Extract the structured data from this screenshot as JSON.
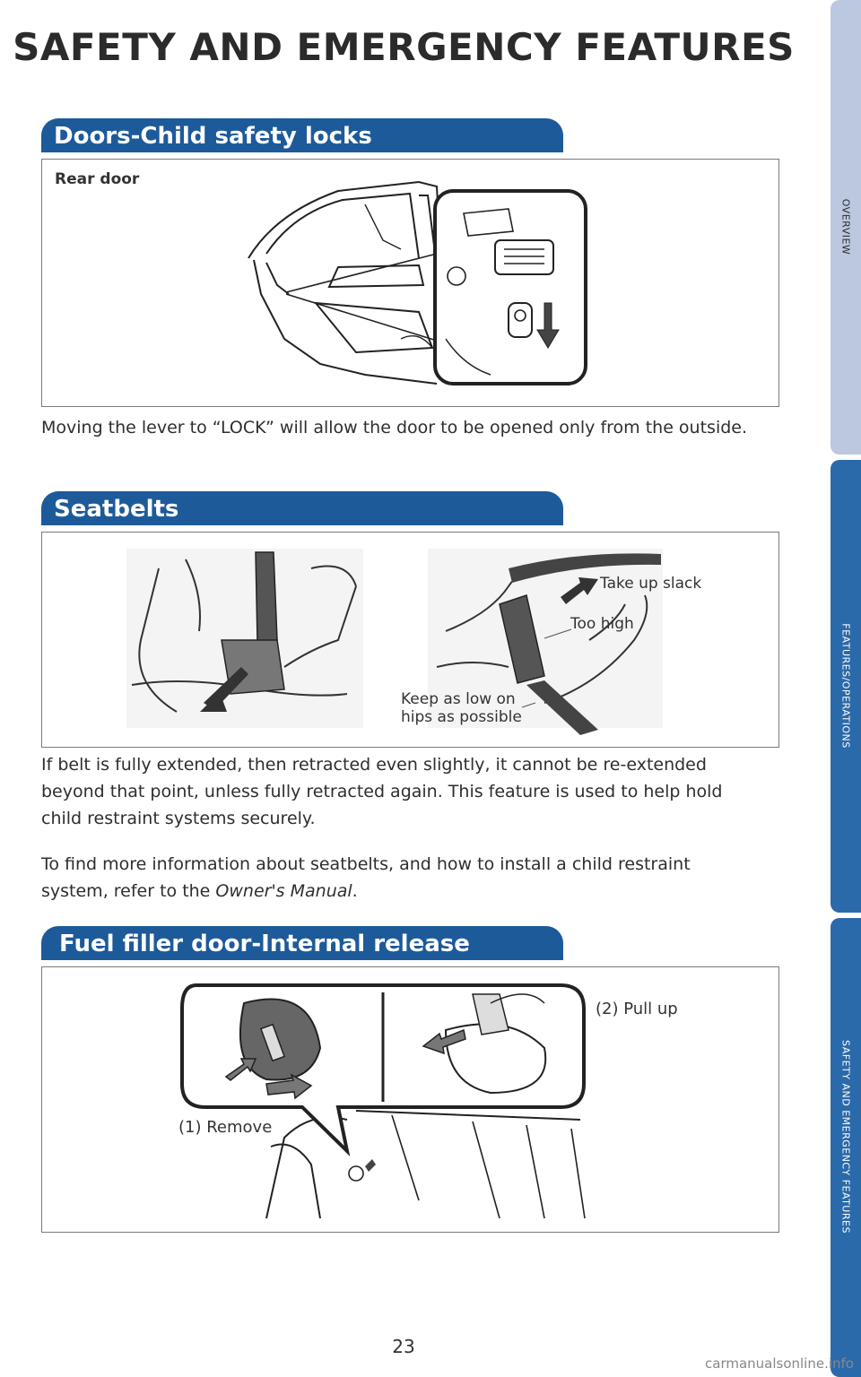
{
  "title": "SAFETY AND EMERGENCY FEATURES",
  "sections": {
    "child_locks": {
      "heading": "Doors-Child safety locks",
      "figure_label": "Rear door",
      "caption": "Moving the lever to “LOCK” will allow the door to be opened only from the outside."
    },
    "seatbelts": {
      "heading": "Seatbelts",
      "labels": {
        "take_up_slack": "Take up slack",
        "too_high": "Too high",
        "keep_low_line1": "Keep as low on",
        "keep_low_line2": "hips as possible"
      },
      "paragraph1": "If belt is fully extended, then retracted even slightly, it cannot be re-extended beyond that point, unless fully retracted again. This feature is used to help hold child restraint systems securely.",
      "paragraph2_prefix": "To find more information about seatbelts, and how to install a child restraint system, refer to the ",
      "paragraph2_manual": "Owner's Manual",
      "paragraph2_suffix": "."
    },
    "fuel_door": {
      "heading": "Fuel filler door-Internal release",
      "label_pull": "(2) Pull up",
      "label_remove": "(1) Remove"
    }
  },
  "side_tabs": [
    {
      "label": "OVERVIEW",
      "color": "#bcc7e0",
      "text_color": "#2b2b2b"
    },
    {
      "label": "FEATURES/OPERATIONS",
      "color": "#2b6aaa",
      "text_color": "#ffffff"
    },
    {
      "label": "SAFETY AND EMERGENCY FEATURES",
      "color": "#2b6aaa",
      "text_color": "#ffffff"
    }
  ],
  "page_number": "23",
  "watermark": "carmanualsonline.info"
}
